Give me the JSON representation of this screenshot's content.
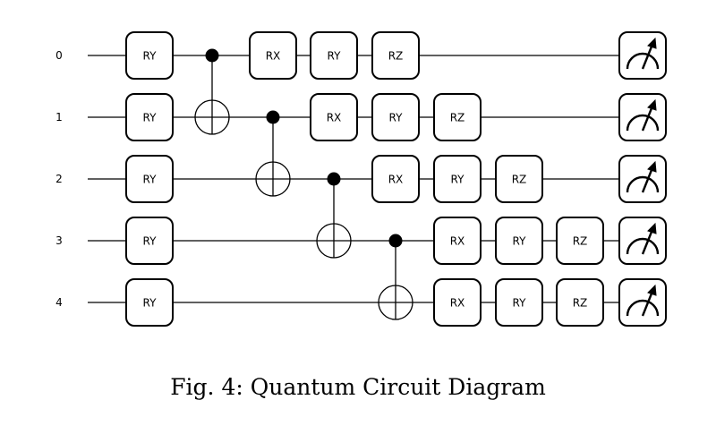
{
  "qubits": [
    "0",
    "1",
    "2",
    "3",
    "4"
  ],
  "gates": [
    {
      "type": "box",
      "label": "RY",
      "qubit": 0,
      "col": 0
    },
    {
      "type": "box",
      "label": "RY",
      "qubit": 1,
      "col": 0
    },
    {
      "type": "box",
      "label": "RY",
      "qubit": 2,
      "col": 0
    },
    {
      "type": "box",
      "label": "RY",
      "qubit": 3,
      "col": 0
    },
    {
      "type": "box",
      "label": "RY",
      "qubit": 4,
      "col": 0
    },
    {
      "type": "cnot",
      "control": 0,
      "target": 1,
      "col": 1
    },
    {
      "type": "box",
      "label": "RX",
      "qubit": 0,
      "col": 2
    },
    {
      "type": "box",
      "label": "RY",
      "qubit": 0,
      "col": 3
    },
    {
      "type": "box",
      "label": "RZ",
      "qubit": 0,
      "col": 4
    },
    {
      "type": "cnot",
      "control": 1,
      "target": 2,
      "col": 2
    },
    {
      "type": "box",
      "label": "RX",
      "qubit": 1,
      "col": 3
    },
    {
      "type": "box",
      "label": "RY",
      "qubit": 1,
      "col": 4
    },
    {
      "type": "box",
      "label": "RZ",
      "qubit": 1,
      "col": 5
    },
    {
      "type": "cnot",
      "control": 2,
      "target": 3,
      "col": 3
    },
    {
      "type": "box",
      "label": "RX",
      "qubit": 2,
      "col": 4
    },
    {
      "type": "box",
      "label": "RY",
      "qubit": 2,
      "col": 5
    },
    {
      "type": "box",
      "label": "RZ",
      "qubit": 2,
      "col": 6
    },
    {
      "type": "cnot",
      "control": 3,
      "target": 4,
      "col": 4
    },
    {
      "type": "box",
      "label": "RX",
      "qubit": 3,
      "col": 5
    },
    {
      "type": "box",
      "label": "RY",
      "qubit": 3,
      "col": 6
    },
    {
      "type": "box",
      "label": "RZ",
      "qubit": 3,
      "col": 7
    },
    {
      "type": "box",
      "label": "RX",
      "qubit": 4,
      "col": 5
    },
    {
      "type": "box",
      "label": "RY",
      "qubit": 4,
      "col": 6
    },
    {
      "type": "box",
      "label": "RZ",
      "qubit": 4,
      "col": 7
    },
    {
      "type": "measure",
      "qubit": 0
    },
    {
      "type": "measure",
      "qubit": 1
    },
    {
      "type": "measure",
      "qubit": 2
    },
    {
      "type": "measure",
      "qubit": 3
    },
    {
      "type": "measure",
      "qubit": 4
    }
  ],
  "caption": "Fig. 4: Quantum Circuit Diagram"
}
